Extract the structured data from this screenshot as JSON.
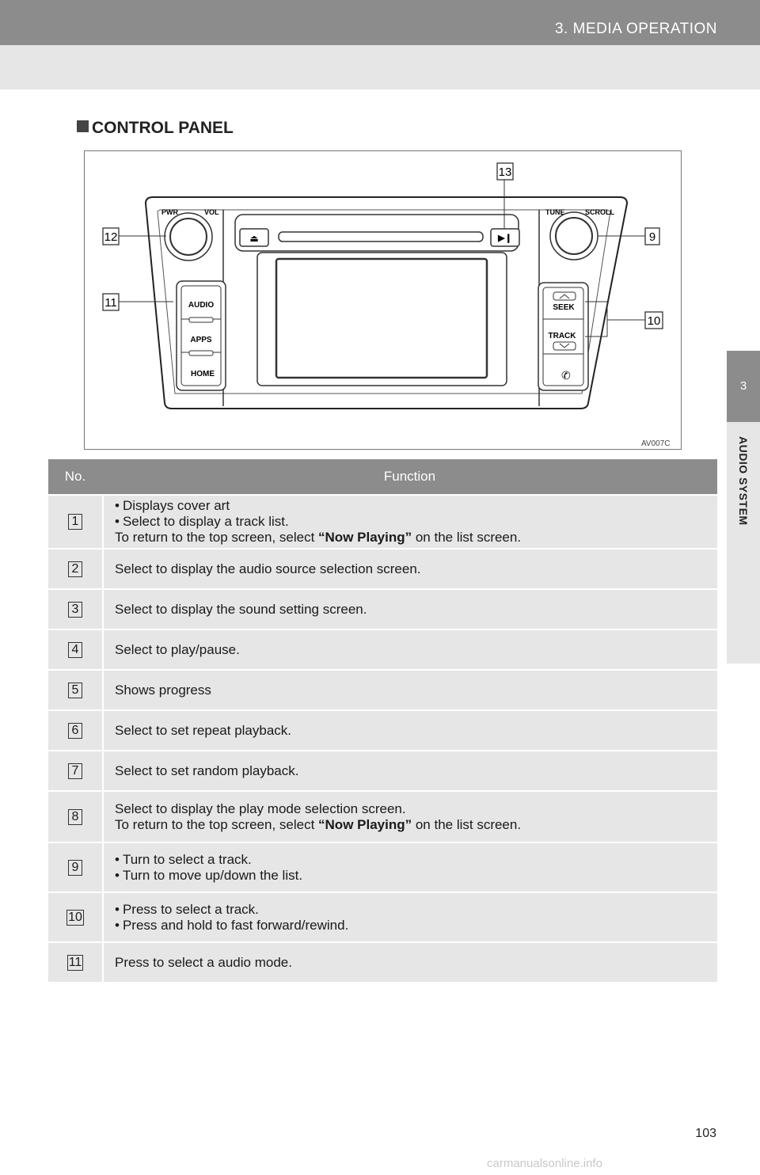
{
  "header": {
    "chapter": "3. MEDIA OPERATION"
  },
  "sidetab": {
    "number": "3",
    "label": "AUDIO SYSTEM"
  },
  "section": {
    "title": "CONTROL PANEL"
  },
  "figure": {
    "code": "AV007C",
    "labels": {
      "pwr": "PWR",
      "vol": "VOL",
      "tune": "TUNE",
      "scroll": "SCROLL",
      "audio": "AUDIO",
      "apps": "APPS",
      "home": "HOME",
      "seek": "SEEK",
      "track": "TRACK"
    },
    "callouts": [
      "12",
      "11",
      "13",
      "9",
      "10"
    ]
  },
  "table": {
    "headers": {
      "no": "No.",
      "function": "Function"
    },
    "rows": [
      {
        "no": "1",
        "lines": [
          {
            "bullet": true,
            "text": "Displays cover art"
          },
          {
            "bullet": true,
            "text": "Select to display a track list."
          },
          {
            "bullet": false,
            "pre": "To return to the top screen, select ",
            "bold": "“Now Playing”",
            "post": " on the list screen."
          }
        ]
      },
      {
        "no": "2",
        "lines": [
          {
            "bullet": false,
            "text": "Select to display the audio source selection screen."
          }
        ]
      },
      {
        "no": "3",
        "lines": [
          {
            "bullet": false,
            "text": "Select to display the sound setting screen."
          }
        ]
      },
      {
        "no": "4",
        "lines": [
          {
            "bullet": false,
            "text": "Select to play/pause."
          }
        ]
      },
      {
        "no": "5",
        "lines": [
          {
            "bullet": false,
            "text": "Shows progress"
          }
        ]
      },
      {
        "no": "6",
        "lines": [
          {
            "bullet": false,
            "text": "Select to set repeat playback."
          }
        ]
      },
      {
        "no": "7",
        "lines": [
          {
            "bullet": false,
            "text": "Select to set random playback."
          }
        ]
      },
      {
        "no": "8",
        "lines": [
          {
            "bullet": false,
            "text": "Select to display the play mode selection screen."
          },
          {
            "bullet": false,
            "pre": "To return to the top screen, select ",
            "bold": "“Now Playing”",
            "post": " on the list screen."
          }
        ]
      },
      {
        "no": "9",
        "lines": [
          {
            "bullet": true,
            "text": "Turn to select a track."
          },
          {
            "bullet": true,
            "text": "Turn to move up/down the list."
          }
        ]
      },
      {
        "no": "10",
        "lines": [
          {
            "bullet": true,
            "text": "Press to select a track."
          },
          {
            "bullet": true,
            "text": "Press and hold to fast forward/rewind."
          }
        ]
      },
      {
        "no": "11",
        "lines": [
          {
            "bullet": false,
            "text": "Press to select a audio mode."
          }
        ]
      }
    ]
  },
  "page_number": "103",
  "watermark": "carmanualsonline.info"
}
